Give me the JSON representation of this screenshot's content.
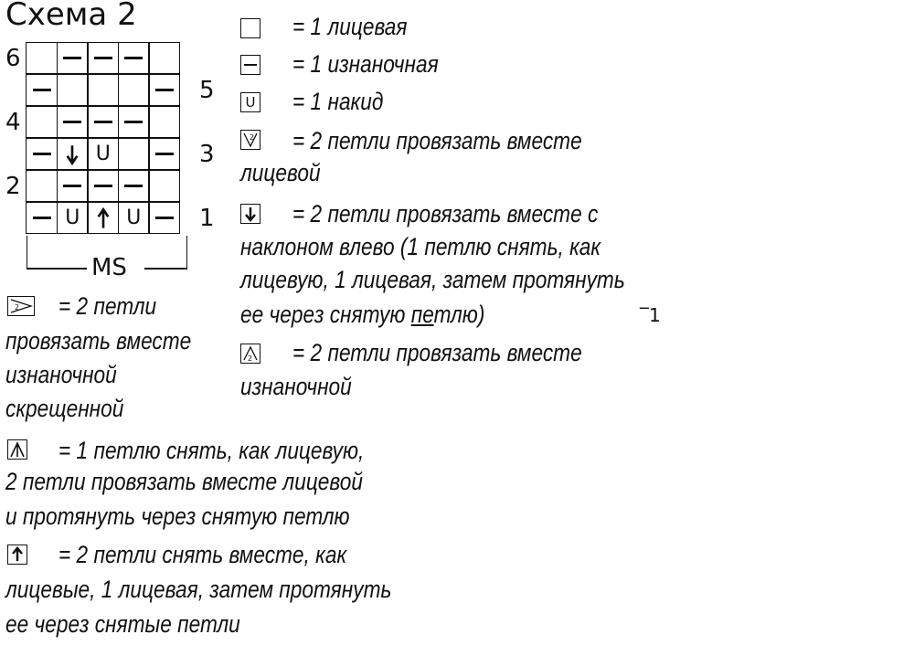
{
  "title": "Схема 2",
  "chart": {
    "rows": [
      {
        "number": "6",
        "side": "left",
        "cells": [
          "",
          "-",
          "-",
          "-",
          ""
        ]
      },
      {
        "number": "5",
        "side": "right",
        "cells": [
          "-",
          "",
          "",
          "",
          "-"
        ]
      },
      {
        "number": "4",
        "side": "left",
        "cells": [
          "",
          "-",
          "-",
          "-",
          ""
        ]
      },
      {
        "number": "3",
        "side": "right",
        "cells": [
          "-",
          "↓",
          "U",
          "",
          "-"
        ]
      },
      {
        "number": "2",
        "side": "left",
        "cells": [
          "",
          "-",
          "-",
          "-",
          ""
        ]
      },
      {
        "number": "1",
        "side": "right",
        "cells": [
          "-",
          "U",
          "↑",
          "U",
          "-"
        ]
      }
    ],
    "repeat_label": "MS"
  },
  "legend": {
    "knit": {
      "symbol": "",
      "lines": [
        "= 1 лицевая"
      ]
    },
    "purl": {
      "symbol": "—",
      "lines": [
        "= 1 изнаночная"
      ]
    },
    "yarn_over": {
      "symbol": "U",
      "lines": [
        "= 1 накид"
      ]
    },
    "k2tog": {
      "symbol": "2",
      "lines": [
        "= 2 петли провязать вместе",
        "лицевой"
      ]
    },
    "ssk": {
      "symbol": "↓",
      "lines": [
        "= 2 петли провязать вместе с",
        "наклоном влево (1 петлю снять, как",
        "лицевую, 1 лицевая, затем протянуть"
      ],
      "last_prefix": "ее через снятую ",
      "last_underlined": "пе",
      "last_suffix": "тлю)"
    },
    "p2tog": {
      "symbol": "2",
      "lines": [
        "= 2 петли провязать вместе",
        "изнаночной"
      ]
    },
    "p2tog_tbl": {
      "symbol": "2",
      "lines": [
        "= 2 петли",
        "провязать вместе",
        "изнаночной",
        "скрещенной"
      ]
    },
    "sk2p": {
      "symbol": "Λ",
      "lines": [
        "= 1 петлю снять, как лицевую,",
        "2 петли провязать вместе лицевой",
        "и протянуть через снятую петлю"
      ]
    },
    "s2kp": {
      "symbol": "↑",
      "lines": [
        "= 2 петли снять вместе, как",
        "лицевые, 1 лицевая, затем протянуть",
        "ее через снятые петли"
      ]
    }
  },
  "artifact": "‾1"
}
